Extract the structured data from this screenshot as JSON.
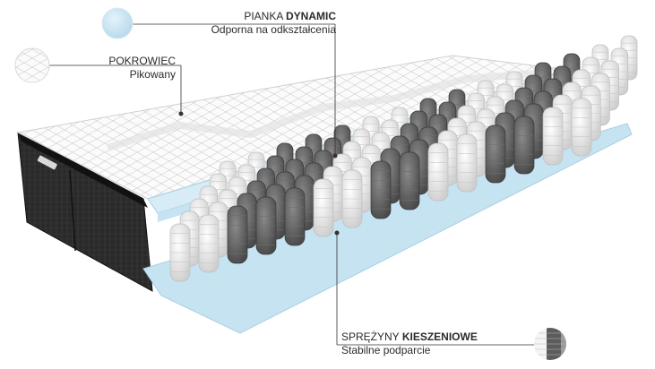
{
  "labels": {
    "foam": {
      "name_plain": "PIANKA ",
      "name_bold": "DYNAMIC",
      "description": "Odporna na odkształcenia",
      "icon": "foam-swatch-icon"
    },
    "cover": {
      "name_plain": "POKROWIEC",
      "description": "Pikowany",
      "icon": "fabric-swatch-icon"
    },
    "springs": {
      "name_plain": "SPRĘŻYNY ",
      "name_bold": "KIESZENIOWE",
      "description": "Stabilne podparcie",
      "icon": "pocket-spring-icon"
    }
  },
  "colors": {
    "foam": "#c6e3f2",
    "cover": "#f2f2f2",
    "border": "#1f1f1f",
    "spring_dark": "#5a5a5a",
    "spring_light": "#ececec",
    "leader_line": "#333333"
  }
}
